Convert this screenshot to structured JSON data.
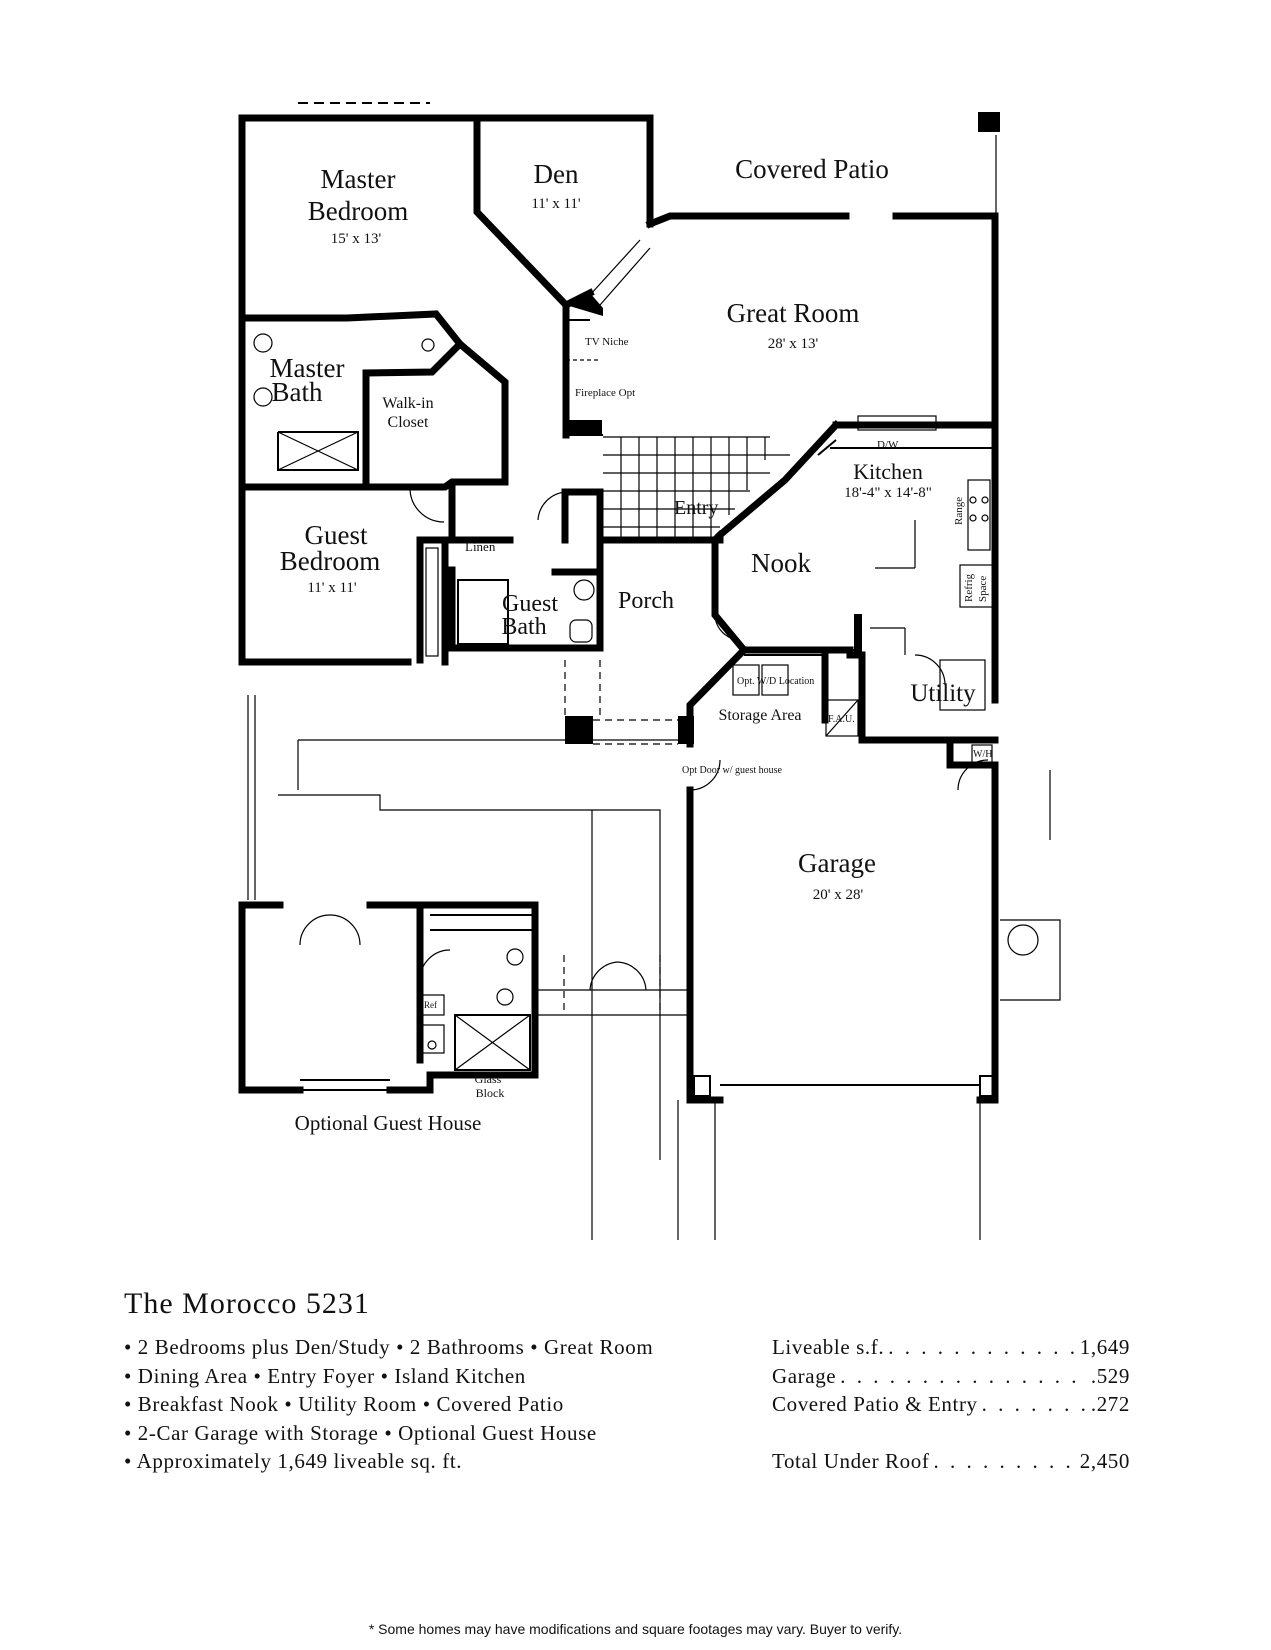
{
  "rooms": {
    "master_bedroom": {
      "line1": "Master",
      "line2": "Bedroom",
      "dims": "15' x 13'"
    },
    "den": {
      "name": "Den",
      "dims": "11' x 11'"
    },
    "covered_patio": {
      "name": "Covered Patio"
    },
    "great_room": {
      "name": "Great Room",
      "dims": "28' x 13'"
    },
    "tv_niche": {
      "name": "TV Niche"
    },
    "fireplace_opt": {
      "name": "Fireplace Opt"
    },
    "master_bath": {
      "line1": "Master",
      "line2": "Bath"
    },
    "walk_in_closet": {
      "line1": "Walk-in",
      "line2": "Closet"
    },
    "kitchen": {
      "name": "Kitchen",
      "dims": "18'-4\" x 14'-8\""
    },
    "dw": {
      "name": "D/W"
    },
    "range": {
      "name": "Range"
    },
    "refrig": {
      "name": "Refrig"
    },
    "space": {
      "name": "Space"
    },
    "entry": {
      "name": "Entry"
    },
    "guest_bedroom": {
      "line1": "Guest",
      "line2": "Bedroom",
      "dims": "11' x 11'"
    },
    "linen": {
      "name": "Linen"
    },
    "guest_bath": {
      "line1": "Guest",
      "line2": "Bath"
    },
    "porch": {
      "name": "Porch"
    },
    "nook": {
      "name": "Nook"
    },
    "wd_location": {
      "name": "Opt. W/D Location"
    },
    "storage_area": {
      "name": "Storage Area"
    },
    "fau": {
      "name": "F.A.U."
    },
    "utility": {
      "name": "Utility"
    },
    "wh": {
      "name": "W/H"
    },
    "opt_door": {
      "name": "Opt Door w/ guest house"
    },
    "garage": {
      "name": "Garage",
      "dims": "20' x 28'"
    },
    "ref": {
      "name": "Ref"
    },
    "glass_block": {
      "line1": "Glass",
      "line2": "Block"
    },
    "guest_house": {
      "name": "Optional Guest House"
    }
  },
  "title": "The Morocco 5231",
  "features": [
    "• 2 Bedrooms plus Den/Study • 2 Bathrooms • Great Room",
    "• Dining Area • Entry Foyer • Island Kitchen",
    "• Breakfast Nook • Utility Room  • Covered Patio",
    "• 2-Car Garage with Storage • Optional Guest House",
    "• Approximately 1,649 liveable sq. ft."
  ],
  "stats": {
    "liveable": {
      "label": "Liveable s.f.",
      "value": "1,649"
    },
    "garage": {
      "label": "Garage",
      "value": ".529"
    },
    "patio_entry": {
      "label": "Covered Patio & Entry",
      "value": ".272"
    },
    "total": {
      "label": "Total Under Roof",
      "value": "2,450"
    }
  },
  "disclaimer": "* Some homes may have modifications and square footages may vary. Buyer to verify."
}
